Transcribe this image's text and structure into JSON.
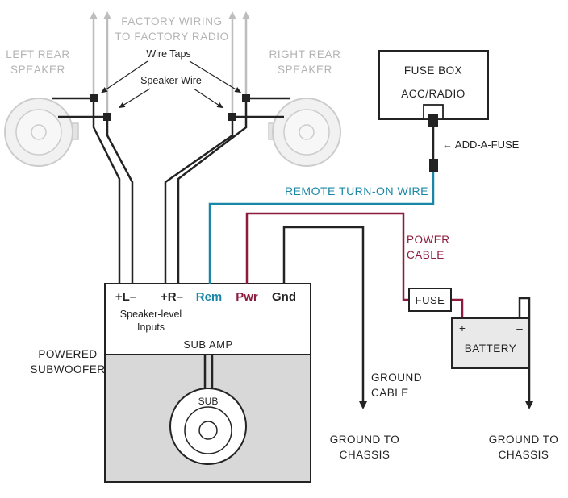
{
  "colors": {
    "ink": "#232323",
    "gray_text": "#b4b4b4",
    "gray_wire": "#bdbdbd",
    "wire_blue": "#1b87a6",
    "wire_red": "#8d1b3d",
    "enclosure_fill": "#d8d8d8",
    "battery_fill": "#e9e9e9",
    "speaker_fill": "#f1f1f1",
    "speaker_stroke": "#cccccc"
  },
  "labels": {
    "factory_wiring": [
      "FACTORY WIRING",
      "TO FACTORY RADIO"
    ],
    "left_speaker": [
      "LEFT REAR",
      "SPEAKER"
    ],
    "right_speaker": [
      "RIGHT REAR",
      "SPEAKER"
    ],
    "wire_taps": "Wire Taps",
    "speaker_wire": "Speaker Wire",
    "fuse_box": "FUSE BOX",
    "acc_radio": "ACC/RADIO",
    "add_a_fuse": "← ADD-A-FUSE",
    "remote_turn_on_wire": "REMOTE TURN-ON WIRE",
    "power_cable": [
      "POWER",
      "CABLE"
    ],
    "terminal_left": "+L–",
    "terminal_right": "+R–",
    "terminal_rem": "Rem",
    "terminal_pwr": "Pwr",
    "terminal_gnd": "Gnd",
    "speaker_level_inputs": [
      "Speaker-level",
      "Inputs"
    ],
    "sub_amp": "SUB AMP",
    "powered_subwoofer": [
      "POWERED",
      "SUBWOOFER"
    ],
    "sub": "SUB",
    "fuse": "FUSE",
    "battery": "BATTERY",
    "battery_plus": "+",
    "battery_minus": "–",
    "ground_cable": [
      "GROUND",
      "CABLE"
    ],
    "ground_to_chassis_amp": [
      "GROUND TO",
      "CHASSIS"
    ],
    "ground_to_chassis_battery": [
      "GROUND TO",
      "CHASSIS"
    ]
  }
}
